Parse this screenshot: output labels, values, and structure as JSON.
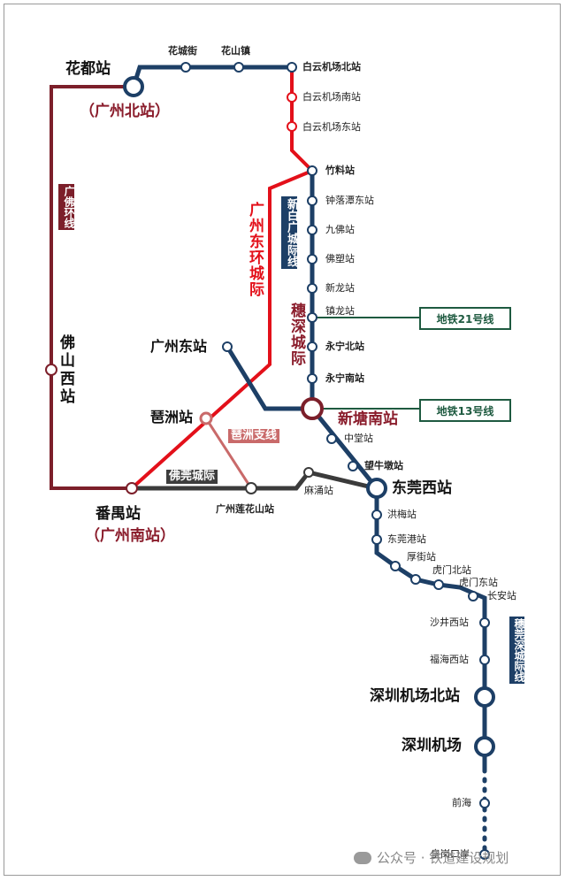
{
  "colors": {
    "navy": "#1d3f66",
    "maroon": "#7c1f2a",
    "red": "#e3101a",
    "pink": "#c96a6a",
    "dark": "#3b3b3b",
    "green": "#1e5a40"
  },
  "stations": {
    "huadu": "花都站",
    "huadu_alt": "（广州北站）",
    "huachengjie": "花城街",
    "huashanzhen": "花山镇",
    "baiyun_north": "白云机场北站",
    "baiyun_south": "白云机场南站",
    "baiyun_east": "白云机场东站",
    "zhuliao": "竹料站",
    "zhongluotan_east": "钟落潭东站",
    "jiufo": "九佛站",
    "fosu": "佛塑站",
    "xinlong": "新龙站",
    "zhenlong": "镇龙站",
    "yongning_north": "永宁北站",
    "yongning_south": "永宁南站",
    "guangzhou_east": "广州东站",
    "pizhou": "琶洲站",
    "xintang_south": "新塘南站",
    "zhongtang": "中堂站",
    "wangniudun": "望牛墩站",
    "foshan_west": "佛山西站",
    "panyu": "番禺站",
    "panyu_alt": "（广州南站）",
    "lianhuashan": "广州莲花山站",
    "machong": "麻涌站",
    "dongguan_west": "东莞西站",
    "hongmei": "洪梅站",
    "dongguangang": "东莞港站",
    "houjie": "厚街站",
    "humen_north": "虎门北站",
    "humen_east": "虎门东站",
    "changan": "长安站",
    "shajing_west": "沙井西站",
    "fuhai_west": "福海西站",
    "sz_airport_north": "深圳机场北站",
    "sz_airport": "深圳机场",
    "qianhai": "前海",
    "huanggang": "皇岗口岸"
  },
  "lines": {
    "guangfo_ring": "广佛环线",
    "dong_ring": "广州东环城际",
    "xinbai": "新白广城际线",
    "suishen": "穗深城际",
    "pizhou_branch": "琶洲支线",
    "foguan": "佛莞城际",
    "suiguanshen": "穗莞深城际线"
  },
  "metro": {
    "m21": "地铁21号线",
    "m13": "地铁13号线"
  },
  "watermark": "公众号 · 铁道建设规划"
}
